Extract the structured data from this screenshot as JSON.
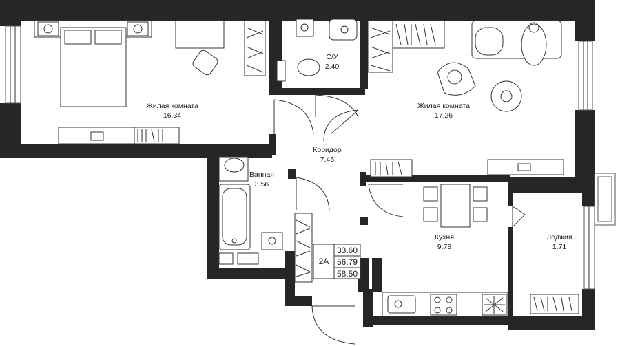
{
  "rooms": [
    {
      "name": "Жилая комната",
      "area": "16.34"
    },
    {
      "name": "С/У",
      "area": "2.40"
    },
    {
      "name": "Жилая комната",
      "area": "17.26"
    },
    {
      "name": "Коридор",
      "area": "7.45"
    },
    {
      "name": "Ванная",
      "area": "3.56"
    },
    {
      "name": "Кухня",
      "area": "9.78"
    },
    {
      "name": "Лоджия",
      "area": "1.71"
    }
  ],
  "apartment": {
    "type": "2А",
    "living_area": "33.60",
    "total_area": "56.79",
    "total_with_loggia": "58.50"
  }
}
